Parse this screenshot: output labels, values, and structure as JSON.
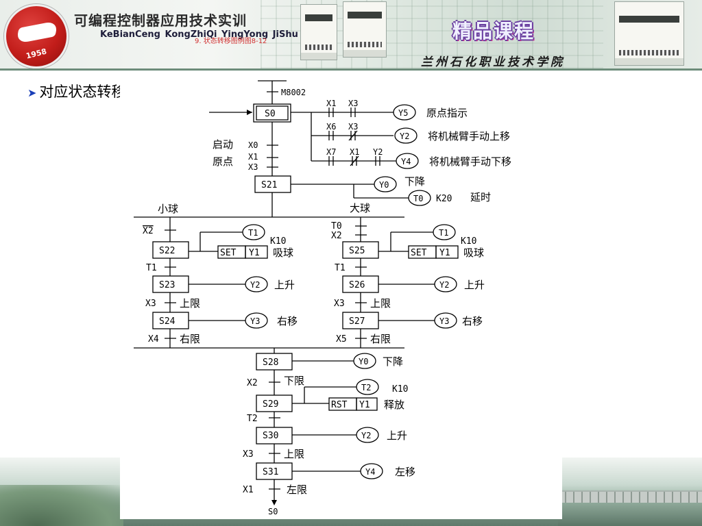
{
  "banner": {
    "title": "可编程控制器应用技术实训",
    "pinyin": "KeBianCeng  KongZhiQi  YingYong  JiShu  ShiXun",
    "overlay": "9. 状态转移图例图8-12",
    "badge": "精品课程",
    "college": "兰州石化职业技术学院",
    "logo_year": "1958"
  },
  "heading": {
    "bullet": "➤",
    "text": "对应状态转移图"
  },
  "diagram": {
    "init_contact": "M8002",
    "s0": "S0",
    "s0_outputs": [
      {
        "contacts": [
          "X1",
          "X3"
        ],
        "coil": "Y5",
        "desc": "原点指示"
      },
      {
        "contacts": [
          "X6",
          "X3"
        ],
        "coil": "Y2",
        "desc": "将机械臂手动上移"
      },
      {
        "contacts": [
          "X7",
          "X1",
          "Y2"
        ],
        "coil": "Y4",
        "desc": "将机械臂手动下移"
      }
    ],
    "start_label": "启动",
    "origin_label": "原点",
    "trans_x0": "X0",
    "trans_x1": "X1",
    "trans_x3": "X3",
    "s21": "S21",
    "s21_y0": "Y0",
    "s21_y0_desc": "下降",
    "s21_t0": "T0",
    "s21_t0_k": "K20",
    "s21_t0_desc": "延时",
    "small_ball": "小球",
    "big_ball": "大球",
    "left": {
      "cond": "X2",
      "s22": "S22",
      "timer": "T1",
      "timer_k": "K10",
      "set": "SET",
      "set_coil": "Y1",
      "set_desc": "吸球",
      "t1": "T1",
      "s23": "S23",
      "s23_coil": "Y2",
      "s23_desc": "上升",
      "x3": "X3",
      "x3_desc": "上限",
      "s24": "S24",
      "s24_coil": "Y3",
      "s24_desc": "右移",
      "x4": "X4",
      "x4_desc": "右限"
    },
    "right": {
      "cond_t0": "T0",
      "cond_x2": "X2",
      "s25": "S25",
      "timer": "T1",
      "timer_k": "K10",
      "set": "SET",
      "set_coil": "Y1",
      "set_desc": "吸球",
      "t1": "T1",
      "s26": "S26",
      "s26_coil": "Y2",
      "s26_desc": "上升",
      "x3": "X3",
      "x3_desc": "上限",
      "s27": "S27",
      "s27_coil": "Y3",
      "s27_desc": "右移",
      "x5": "X5",
      "x5_desc": "右限"
    },
    "s28": "S28",
    "s28_coil": "Y0",
    "s28_desc": "下降",
    "x2": "X2",
    "x2_desc": "下限",
    "s29": "S29",
    "s29_timer": "T2",
    "s29_k": "K10",
    "rst": "RST",
    "rst_coil": "Y1",
    "rst_desc": "释放",
    "t2": "T2",
    "s30": "S30",
    "s30_coil": "Y2",
    "s30_desc": "上升",
    "x3b": "X3",
    "x3b_desc": "上限",
    "s31": "S31",
    "s31_coil": "Y4",
    "s31_desc": "左移",
    "x1b": "X1",
    "x1b_desc": "左限",
    "return": "S0"
  }
}
